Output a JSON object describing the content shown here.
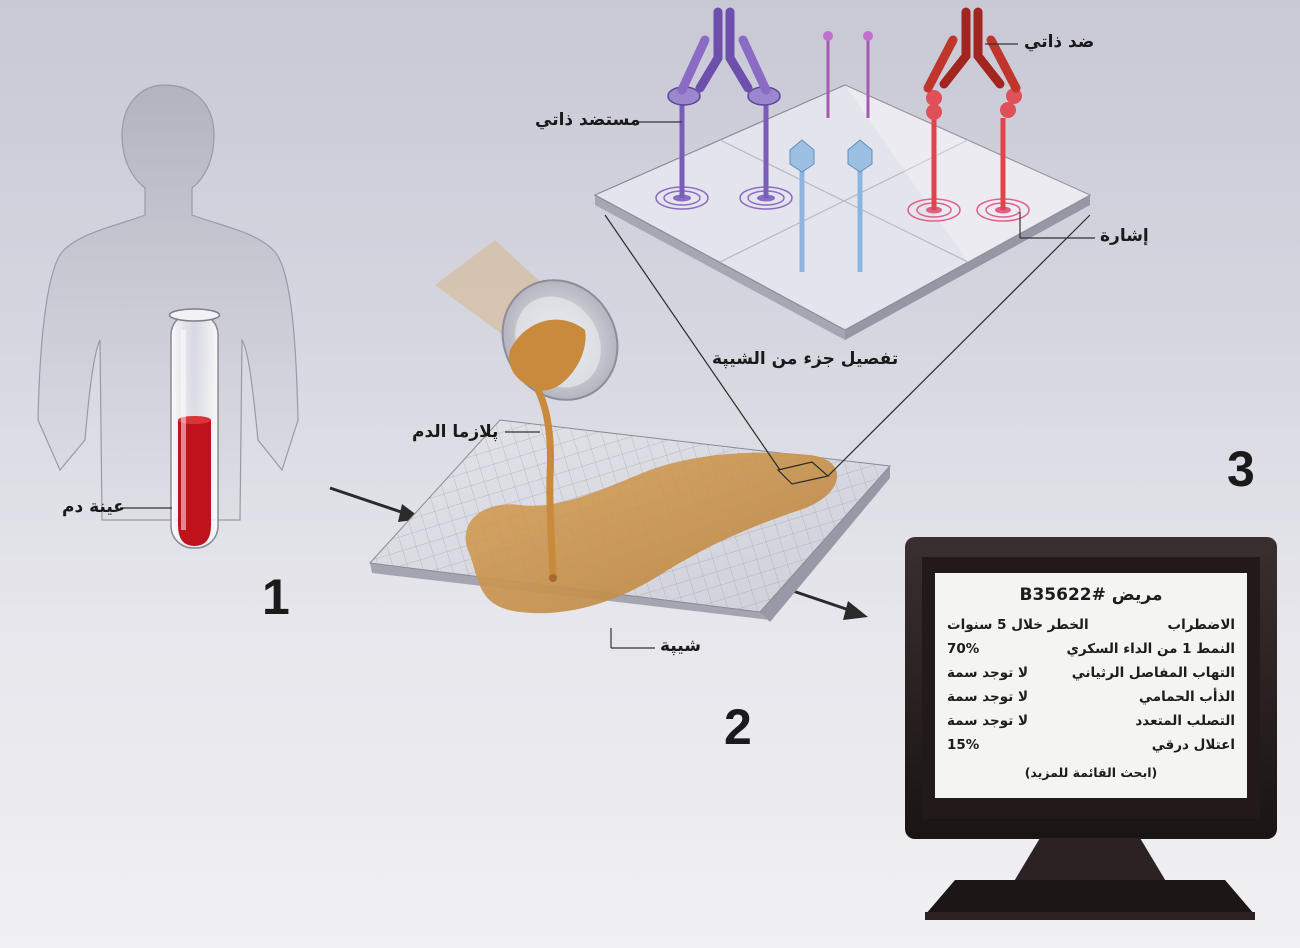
{
  "labels": {
    "blood_sample": "عينة دم",
    "plasma": "پلازما الدم",
    "slide": "شيپة",
    "slide_detail": "تفصيل جزء من الشيپة",
    "autoantigen": "مستضد ذاتي",
    "autoantibody": "ضد ذاتي",
    "signal": "إشارة"
  },
  "steps": [
    "1",
    "2",
    "3"
  ],
  "monitor": {
    "title": "مريض #B35622",
    "rows": [
      {
        "disease": "الاضطراب",
        "value": "الخطر خلال 5 سنوات"
      },
      {
        "disease": "النمط 1 من الداء السكري",
        "value": "70%"
      },
      {
        "disease": "التهاب المفاصل الرثياني",
        "value": "لا توجد سمة"
      },
      {
        "disease": "الذأب الحمامي",
        "value": "لا توجد سمة"
      },
      {
        "disease": "التصلب المتعدد",
        "value": "لا توجد سمة"
      },
      {
        "disease": "اعتلال درقي",
        "value": "15%"
      }
    ],
    "more": "(ابحث القائمة للمزيد)"
  },
  "colors": {
    "antigen": "#8a6cc4",
    "antibody": "#b8322c",
    "plasma": "#c98a3c",
    "blood": "#c0121c",
    "probe": "#9cc0e4"
  }
}
